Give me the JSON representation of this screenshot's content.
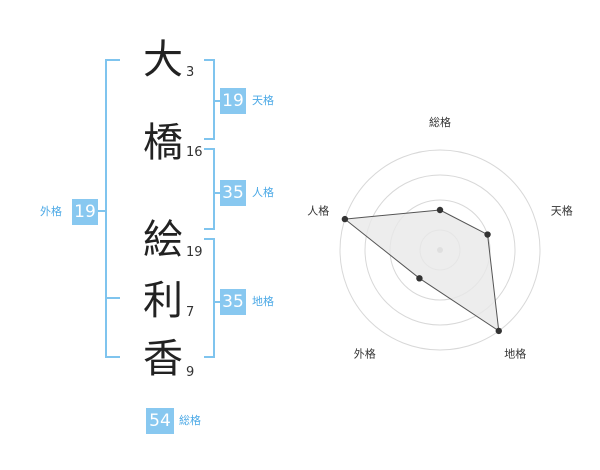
{
  "name": {
    "characters": [
      {
        "char": "大",
        "strokes": "3"
      },
      {
        "char": "橋",
        "strokes": "16"
      },
      {
        "char": "絵",
        "strokes": "19"
      },
      {
        "char": "利",
        "strokes": "7"
      },
      {
        "char": "香",
        "strokes": "9"
      }
    ]
  },
  "fortunes": {
    "ten": {
      "value": "19",
      "label": "天格"
    },
    "jin": {
      "value": "35",
      "label": "人格"
    },
    "chi": {
      "value": "35",
      "label": "地格"
    },
    "gai": {
      "value": "19",
      "label": "外格"
    },
    "sou": {
      "value": "54",
      "label": "総格"
    }
  },
  "chart_data": {
    "type": "radar",
    "axes": [
      "総格",
      "天格",
      "地格",
      "外格",
      "人格"
    ],
    "values": [
      0.4,
      0.5,
      1.0,
      0.35,
      1.0
    ],
    "rings": 4,
    "colors": {
      "bracket": "#7fc4ee",
      "box": "#88c8f0",
      "fill": "#e9e9e9",
      "line": "#555555"
    }
  }
}
